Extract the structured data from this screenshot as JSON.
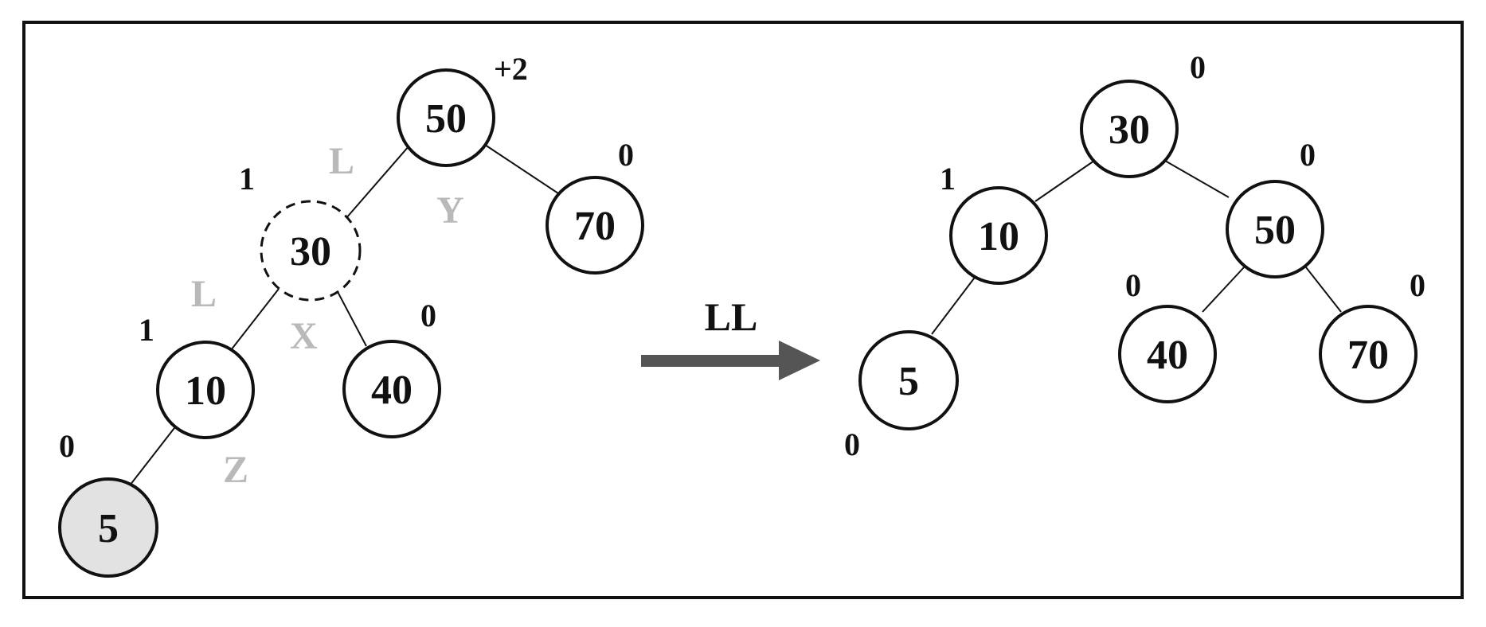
{
  "colors": {
    "stroke": "#111111",
    "node_fill": "#ffffff",
    "highlight_fill": "#e2e2e2",
    "path_label": "#b9b9b9",
    "arrow": "#555555"
  },
  "operation": {
    "label": "LL"
  },
  "before": {
    "nodes": {
      "n50": {
        "value": "50",
        "balance": "+2"
      },
      "n30": {
        "value": "30",
        "balance": "1"
      },
      "n70": {
        "value": "70",
        "balance": "0"
      },
      "n10": {
        "value": "10",
        "balance": "1"
      },
      "n40": {
        "value": "40",
        "balance": "0"
      },
      "n5": {
        "value": "5",
        "balance": "0"
      }
    },
    "path_labels": {
      "l1": "L",
      "y": "Y",
      "l2": "L",
      "x": "X",
      "z": "Z"
    }
  },
  "after": {
    "nodes": {
      "n30": {
        "value": "30",
        "balance": "0"
      },
      "n10": {
        "value": "10",
        "balance": "1"
      },
      "n50": {
        "value": "50",
        "balance": "0"
      },
      "n5": {
        "value": "5",
        "balance": "0"
      },
      "n40": {
        "value": "40",
        "balance": "0"
      },
      "n70": {
        "value": "70",
        "balance": "0"
      }
    }
  }
}
